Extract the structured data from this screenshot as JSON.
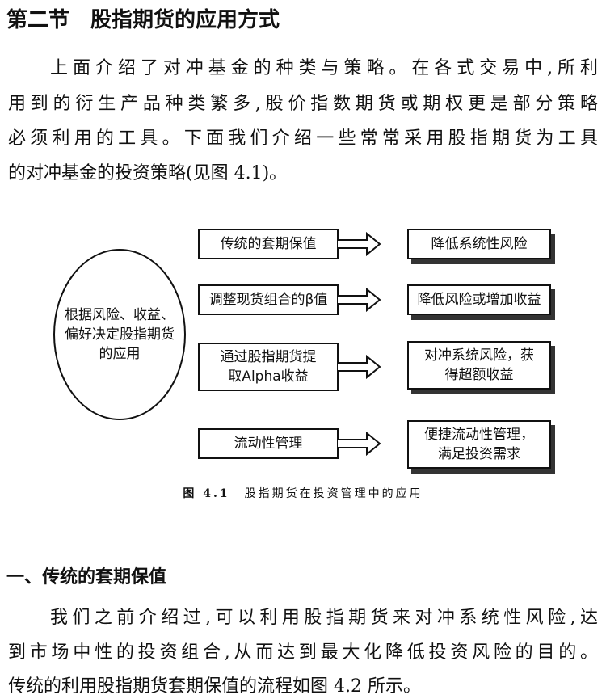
{
  "heading": "第二节　股指期货的应用方式",
  "intro_lines": [
    "上面介绍了对冲基金的种类与策略。在各式交易中,所利",
    "用到的衍生产品种类繁多,股价指数期货或期权更是部分策略",
    "必须利用的工具。下面我们介绍一些常常采用股指期货为工具",
    "的对冲基金的投资策略(见图 4.1)。"
  ],
  "figure": {
    "center": "根据风险、收益、偏好决定股指期货的应用",
    "rows": [
      {
        "left": "传统的套期保值",
        "right": "降低系统性风险"
      },
      {
        "left": "调整现货组合的β值",
        "right": "降低风险或增加收益"
      },
      {
        "left": "通过股指期货提取Alpha收益",
        "right": "对冲系统风险，获得超额收益"
      },
      {
        "left": "流动性管理",
        "right": "便捷流动性管理，满足投资需求"
      }
    ],
    "caption_number": "图 4.1",
    "caption_text": "股指期货在投资管理中的应用"
  },
  "section_heading": "一、传统的套期保值",
  "body_lines": [
    "我们之前介绍过,可以利用股指期货来对冲系统性风险,达",
    "到市场中性的投资组合,从而达到最大化降低投资风险的目的。",
    "传统的利用股指期货套期保值的流程如图 4.2 所示。"
  ]
}
